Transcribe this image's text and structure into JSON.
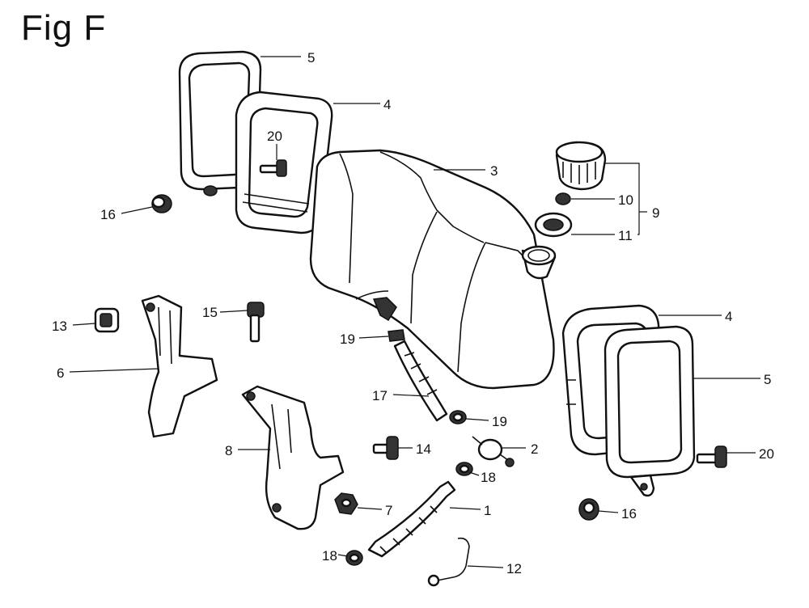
{
  "figure": {
    "title": "Fig F"
  },
  "callouts": [
    {
      "id": "c5-top",
      "text": "5"
    },
    {
      "id": "c4-top",
      "text": "4"
    },
    {
      "id": "c20-top",
      "text": "20"
    },
    {
      "id": "c3",
      "text": "3"
    },
    {
      "id": "c10",
      "text": "10"
    },
    {
      "id": "c9",
      "text": "9"
    },
    {
      "id": "c11",
      "text": "11"
    },
    {
      "id": "c16-left",
      "text": "16"
    },
    {
      "id": "c13",
      "text": "13"
    },
    {
      "id": "c15",
      "text": "15"
    },
    {
      "id": "c19-upper",
      "text": "19"
    },
    {
      "id": "c6",
      "text": "6"
    },
    {
      "id": "c17",
      "text": "17"
    },
    {
      "id": "c19-lower",
      "text": "19"
    },
    {
      "id": "c4-right",
      "text": "4"
    },
    {
      "id": "c5-right",
      "text": "5"
    },
    {
      "id": "c8",
      "text": "8"
    },
    {
      "id": "c14",
      "text": "14"
    },
    {
      "id": "c2",
      "text": "2"
    },
    {
      "id": "c18-mid",
      "text": "18"
    },
    {
      "id": "c20-right",
      "text": "20"
    },
    {
      "id": "c7",
      "text": "7"
    },
    {
      "id": "c1",
      "text": "1"
    },
    {
      "id": "c16-right",
      "text": "16"
    },
    {
      "id": "c18-low",
      "text": "18"
    },
    {
      "id": "c12",
      "text": "12"
    }
  ]
}
